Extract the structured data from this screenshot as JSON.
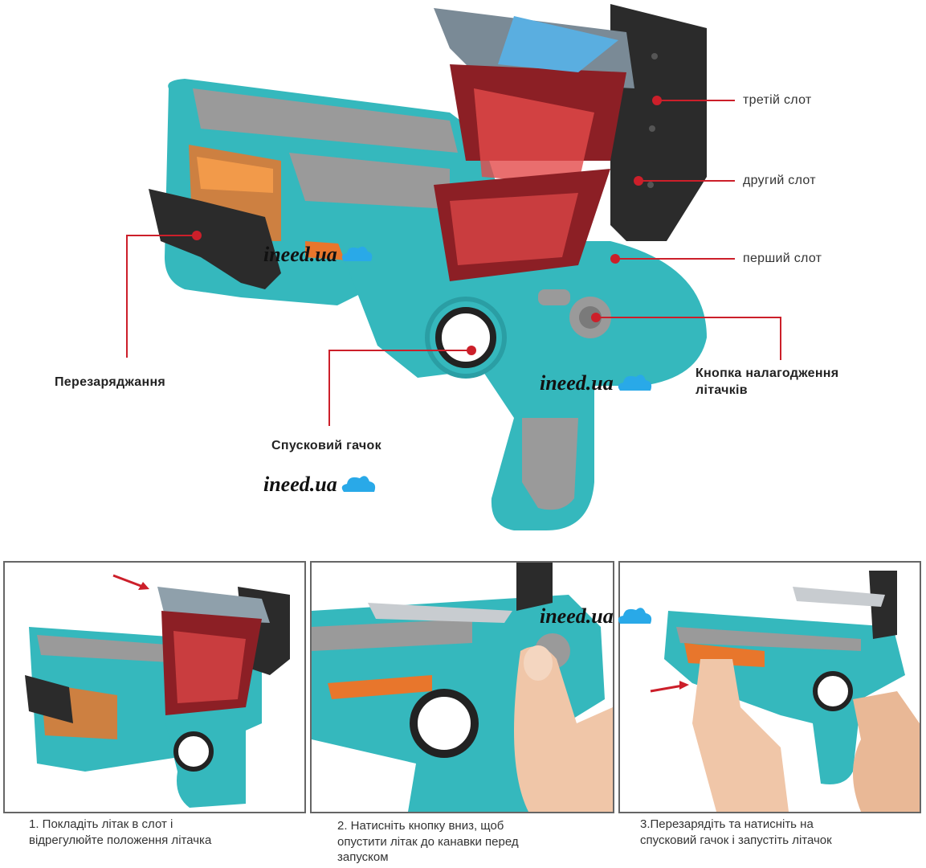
{
  "labels": {
    "third_slot": "третій слот",
    "second_slot": "другий слот",
    "first_slot": "перший слот",
    "reload": "Перезаряджання",
    "adjust_button_line1": "Кнопка налагодження",
    "adjust_button_line2": "літачків",
    "trigger": "Спусковий гачок"
  },
  "watermark": {
    "text": "ineed.ua",
    "color": "#29a9e8"
  },
  "steps": [
    {
      "line1": "1. Покладіть літак в слот і",
      "line2": "відрегулюйте положення літачка",
      "line3": ""
    },
    {
      "line1": "2. Натисніть кнопку вниз, щоб",
      "line2": "опустити літак до канавки перед",
      "line3": "запуском"
    },
    {
      "line1": "3.Перезарядіть та натисніть на",
      "line2": "спусковий гачок і запустіть літачок",
      "line3": ""
    }
  ],
  "colors": {
    "body": "#35b8bd",
    "body_dark": "#2a9ea4",
    "grey": "#9a9a9a",
    "black": "#2b2b2b",
    "accent": "#cc1f2a",
    "orange": "#e8762c"
  }
}
